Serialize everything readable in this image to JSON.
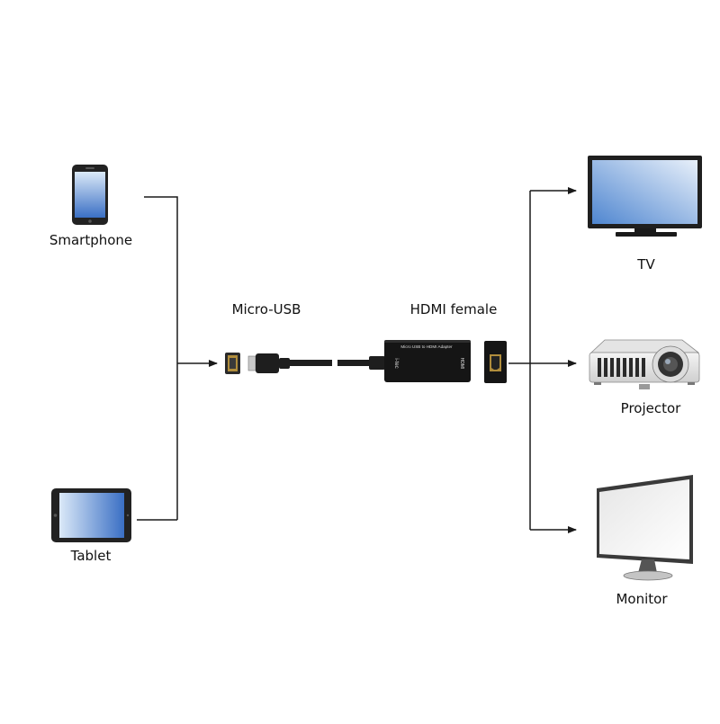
{
  "sources": {
    "smartphone": {
      "label": "Smartphone",
      "icon": "smartphone-icon"
    },
    "tablet": {
      "label": "Tablet",
      "icon": "tablet-icon"
    }
  },
  "connectors": {
    "micro_usb": {
      "label": "Micro-USB",
      "icon": "micro-usb-plug-icon"
    },
    "hdmi_female": {
      "label": "HDMI female",
      "icon": "hdmi-port-icon"
    },
    "adapter": {
      "icon": "adapter-icon",
      "text": "Micro USB to HDMI Adapter",
      "brand": "i-tec",
      "port_text": "HDMI"
    }
  },
  "outputs": {
    "tv": {
      "label": "TV",
      "icon": "tv-icon"
    },
    "projector": {
      "label": "Projector",
      "icon": "projector-icon"
    },
    "monitor": {
      "label": "Monitor",
      "icon": "monitor-icon"
    }
  },
  "colors": {
    "line": "#1a1a1a",
    "device_body": "#222222",
    "screen_light": "#dbe9f8",
    "screen_dark": "#3a6fc4",
    "background": "#ffffff"
  }
}
